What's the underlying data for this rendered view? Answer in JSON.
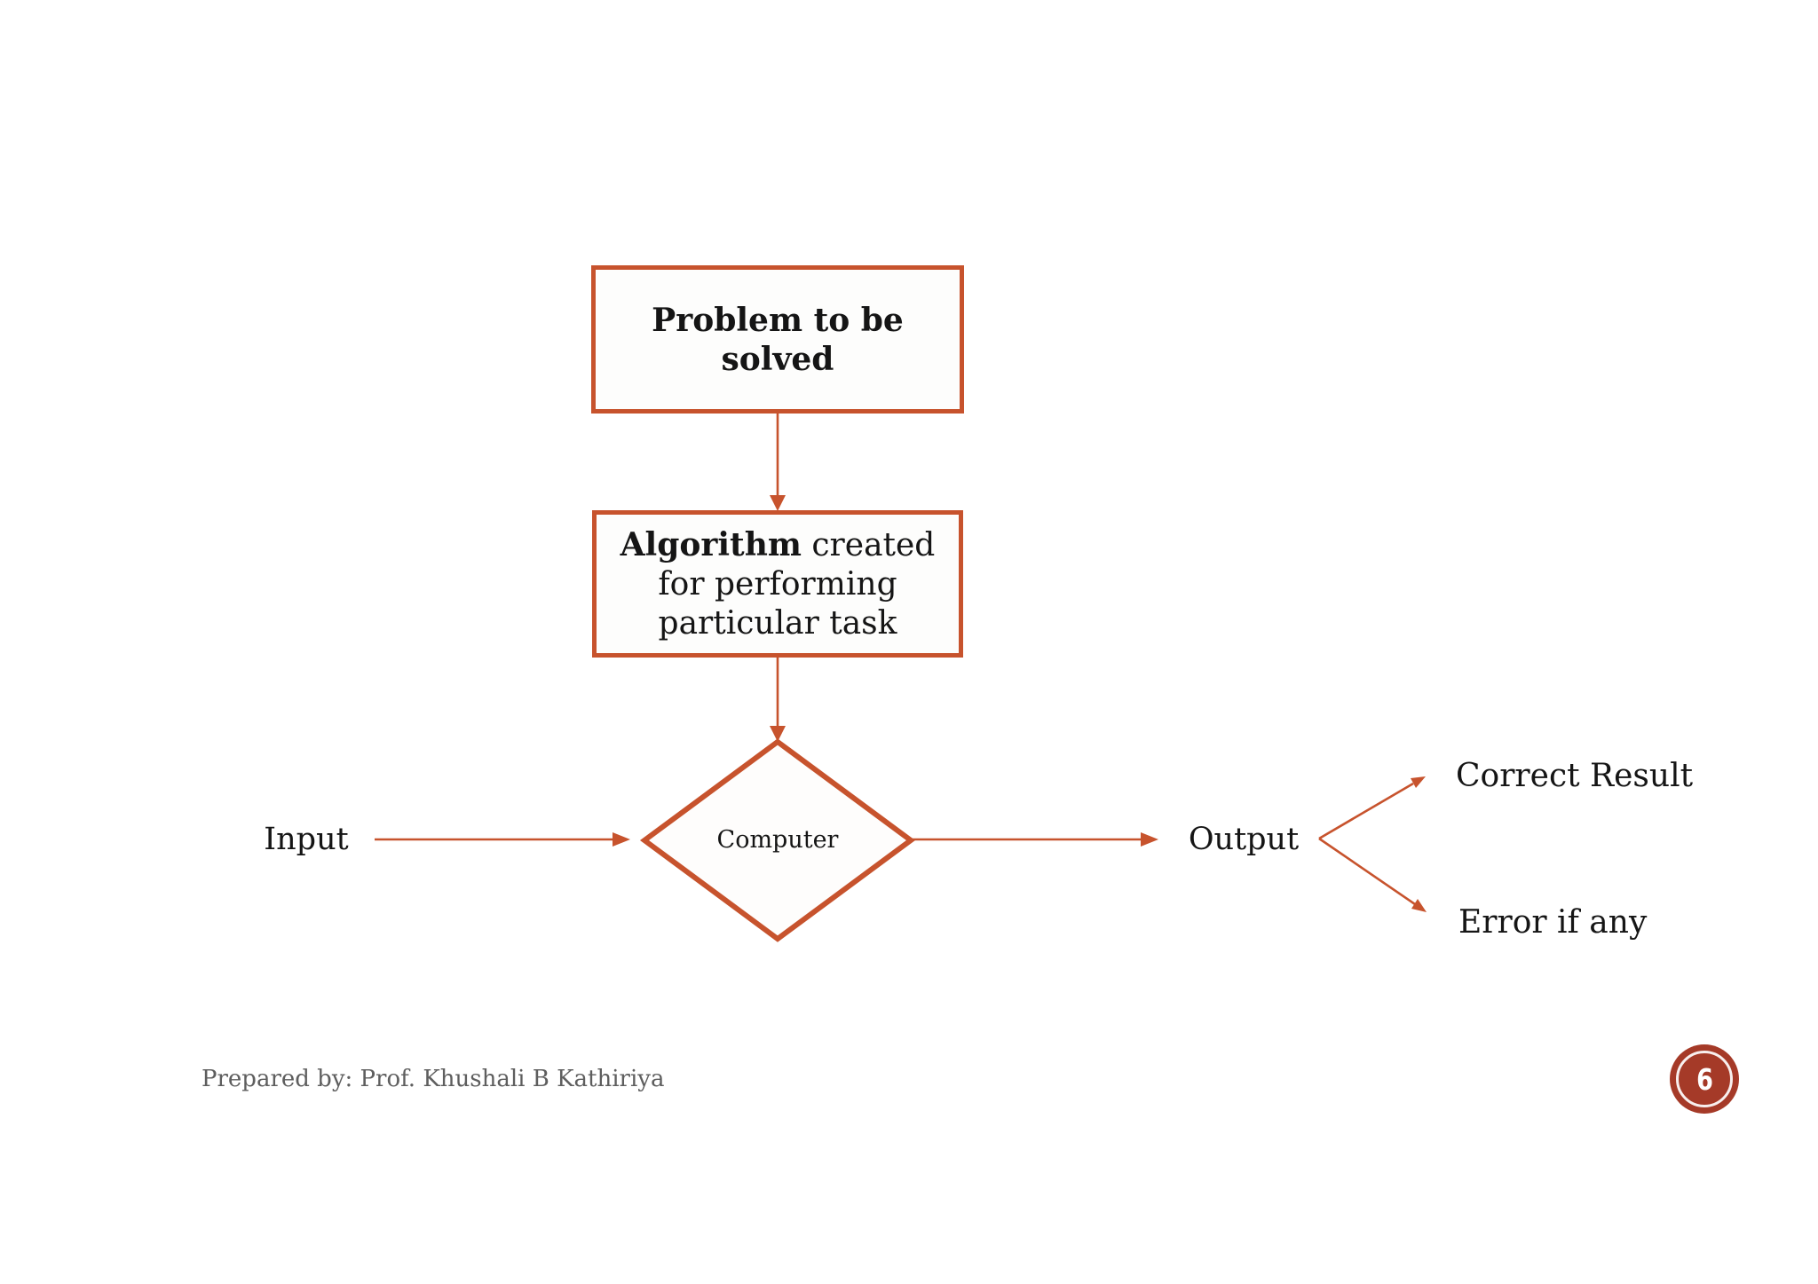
{
  "slide": {
    "colors": {
      "accent": "#C7532D",
      "badge": "#A53A28",
      "footer_text": "#5E5E5E"
    },
    "footer": "Prepared by: Prof. Khushali B Kathiriya",
    "page_number": "6"
  },
  "flowchart": {
    "box_problem": {
      "text": "Problem to be solved"
    },
    "box_algorithm": {
      "bold": "Algorithm",
      "rest": " created for performing particular task"
    },
    "diamond": {
      "label": "Computer"
    },
    "labels": {
      "input": "Input",
      "output": "Output",
      "correct_result": "Correct Result",
      "error_if_any": "Error if any"
    }
  }
}
